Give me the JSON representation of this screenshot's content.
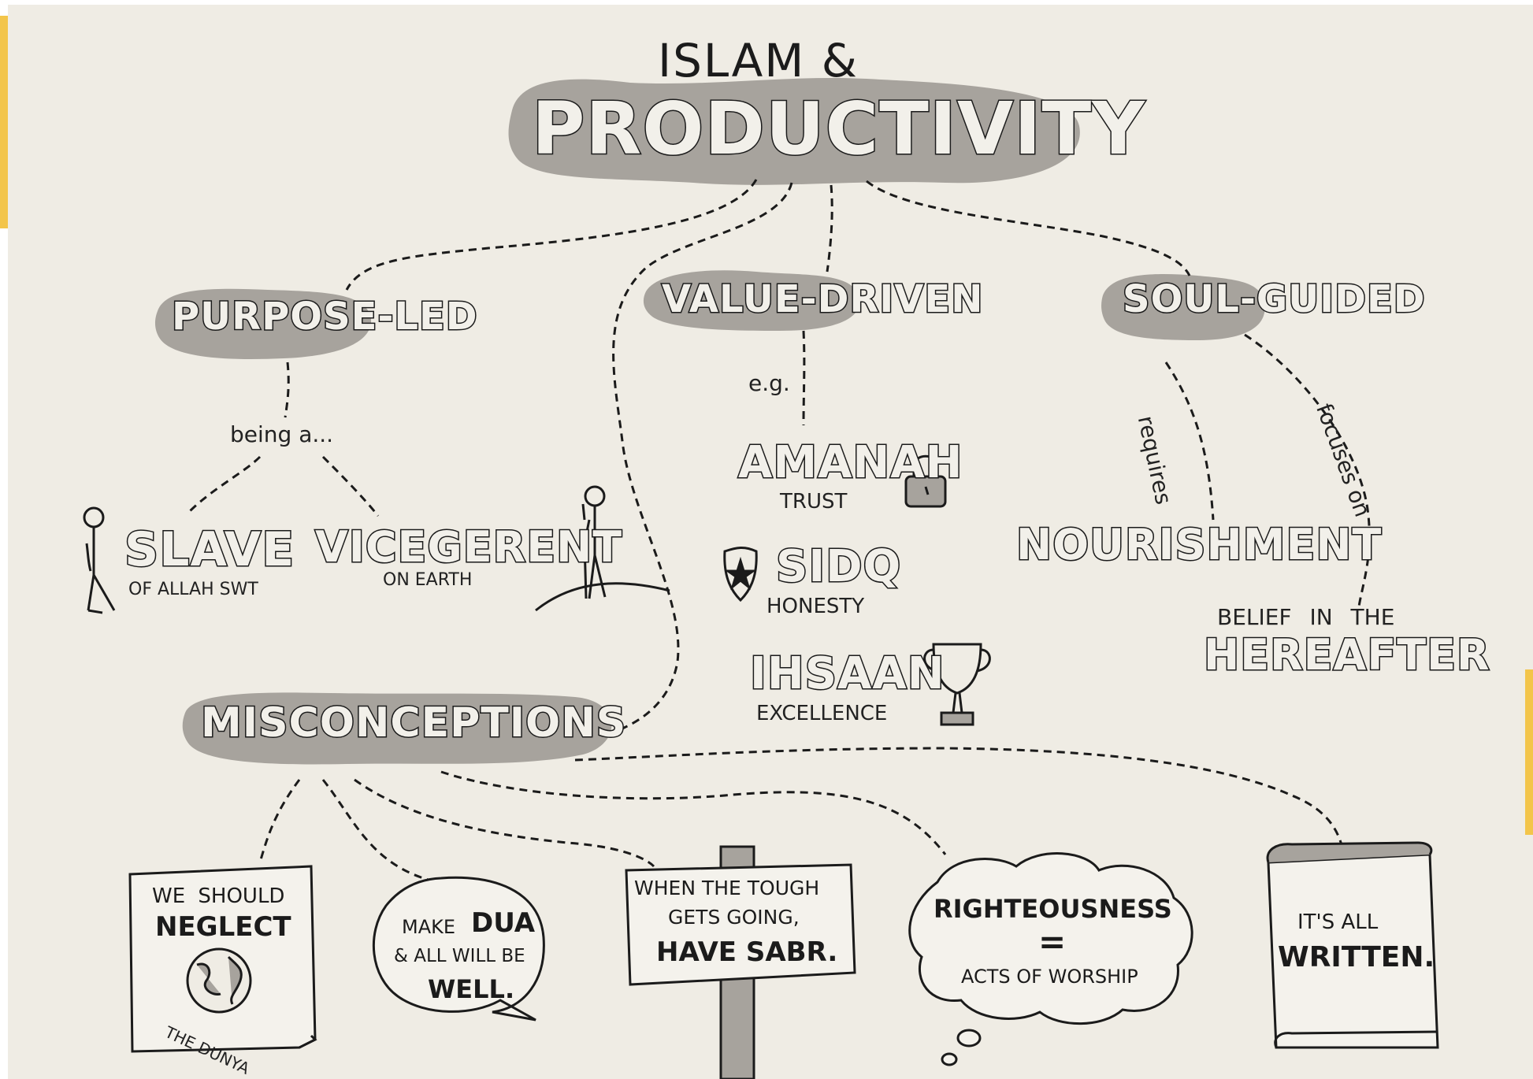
{
  "title": {
    "line1": "ISLAM &",
    "line2": "PRODUCTIVITY"
  },
  "branches": {
    "purpose": {
      "label": "PURPOSE-LED",
      "connector": "being a...",
      "slave": {
        "label": "SLAVE",
        "sub": "OF ALLAH SWT"
      },
      "vicegerent": {
        "label": "VICEGERENT",
        "sub": "ON EARTH"
      }
    },
    "value": {
      "label": "VALUE-DRIVEN",
      "connector": "e.g.",
      "items": [
        {
          "label": "AMANAH",
          "sub": "TRUST",
          "icon": "padlock-icon"
        },
        {
          "label": "SIDQ",
          "sub": "HONESTY",
          "icon": "shield-star-icon"
        },
        {
          "label": "IHSAAN",
          "sub": "EXCELLENCE",
          "icon": "trophy-icon"
        }
      ]
    },
    "soul": {
      "label": "SOUL-GUIDED",
      "requires": "requires",
      "focuses": "focuses on",
      "nourishment": "NOURISHMENT",
      "belief_line1": "BELIEF IN THE",
      "belief_line2": "HEREAFTER"
    }
  },
  "misconceptions": {
    "label": "MISCONCEPTIONS",
    "poster": {
      "line1": "WE SHOULD",
      "line2": "NEGLECT",
      "caption": "THE DUNYA",
      "icon": "globe-icon"
    },
    "speech": {
      "line1_a": "MAKE",
      "line1_b": "DUA",
      "line2": "& ALL WILL BE",
      "line3": "WELL."
    },
    "sign": {
      "line1": "WHEN THE TOUGH",
      "line2": "GETS GOING,",
      "line3": "HAVE SABR."
    },
    "thought": {
      "line1": "RIGHTEOUSNESS",
      "line2": "=",
      "line3": "ACTS OF WORSHIP"
    },
    "book": {
      "line1": "IT'S ALL",
      "line2": "WRITTEN."
    }
  },
  "colors": {
    "paper": "#efece4",
    "ink": "#1b1b1b",
    "blob": "#a7a39d",
    "edge_accent": "#f3c54a"
  }
}
